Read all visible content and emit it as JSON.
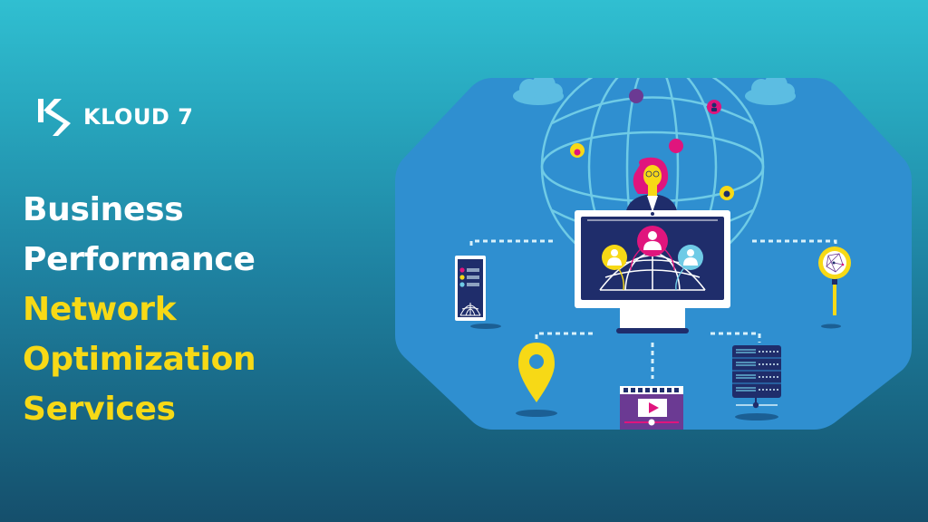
{
  "brand": {
    "name": "KLOUD 7",
    "logo_icon": "k-arrow-logo-icon"
  },
  "headline": {
    "lines": [
      {
        "text": "Business",
        "color": "#ffffff"
      },
      {
        "text": "Performance",
        "color": "#ffffff"
      },
      {
        "text": "Network",
        "color": "#f7d916"
      },
      {
        "text": "Optimization",
        "color": "#f7d916"
      },
      {
        "text": "Services",
        "color": "#f7d916"
      }
    ]
  },
  "illustration": {
    "panel_color": "#2f8fd0",
    "elements": [
      "cloud-icon",
      "globe-wireframe",
      "woman-avatar",
      "monitor-with-users",
      "mobile-phone-icon",
      "magnifier-network-icon",
      "location-pin-icon",
      "video-player-icon",
      "server-rack-icon"
    ]
  },
  "colors": {
    "bg_top": "#30bfd1",
    "bg_bottom": "#154f6c",
    "accent_yellow": "#f7d916",
    "accent_magenta": "#e0157d",
    "navy": "#1f2d6b",
    "light_blue": "#6fcbe6",
    "purple": "#6b3a93"
  }
}
